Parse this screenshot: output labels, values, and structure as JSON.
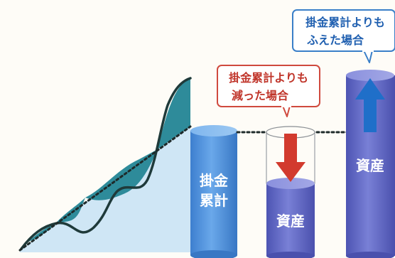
{
  "callouts": {
    "increase": {
      "line1": "掛金累計よりも",
      "line2": "ふえた場合"
    },
    "decrease": {
      "line1": "掛金累計よりも",
      "line2": "減った場合"
    }
  },
  "bars": {
    "contributions": {
      "line1": "掛金",
      "line2": "累計"
    },
    "asset_decreased": {
      "label": "資産"
    },
    "asset_increased": {
      "label": "資産"
    }
  },
  "colors": {
    "background": "#fefcf7",
    "growth_area": "#cfe6f5",
    "wave_fill": "#2e8b9a",
    "wave_stroke": "#1f3a3a",
    "contribution_bar": "#4a8fd8",
    "asset_bar": "#5b62c2",
    "down_arrow": "#d23a2e",
    "up_arrow": "#1f6fc9",
    "callout_up_border": "#3a7fc8",
    "callout_down_border": "#d04a3e"
  }
}
